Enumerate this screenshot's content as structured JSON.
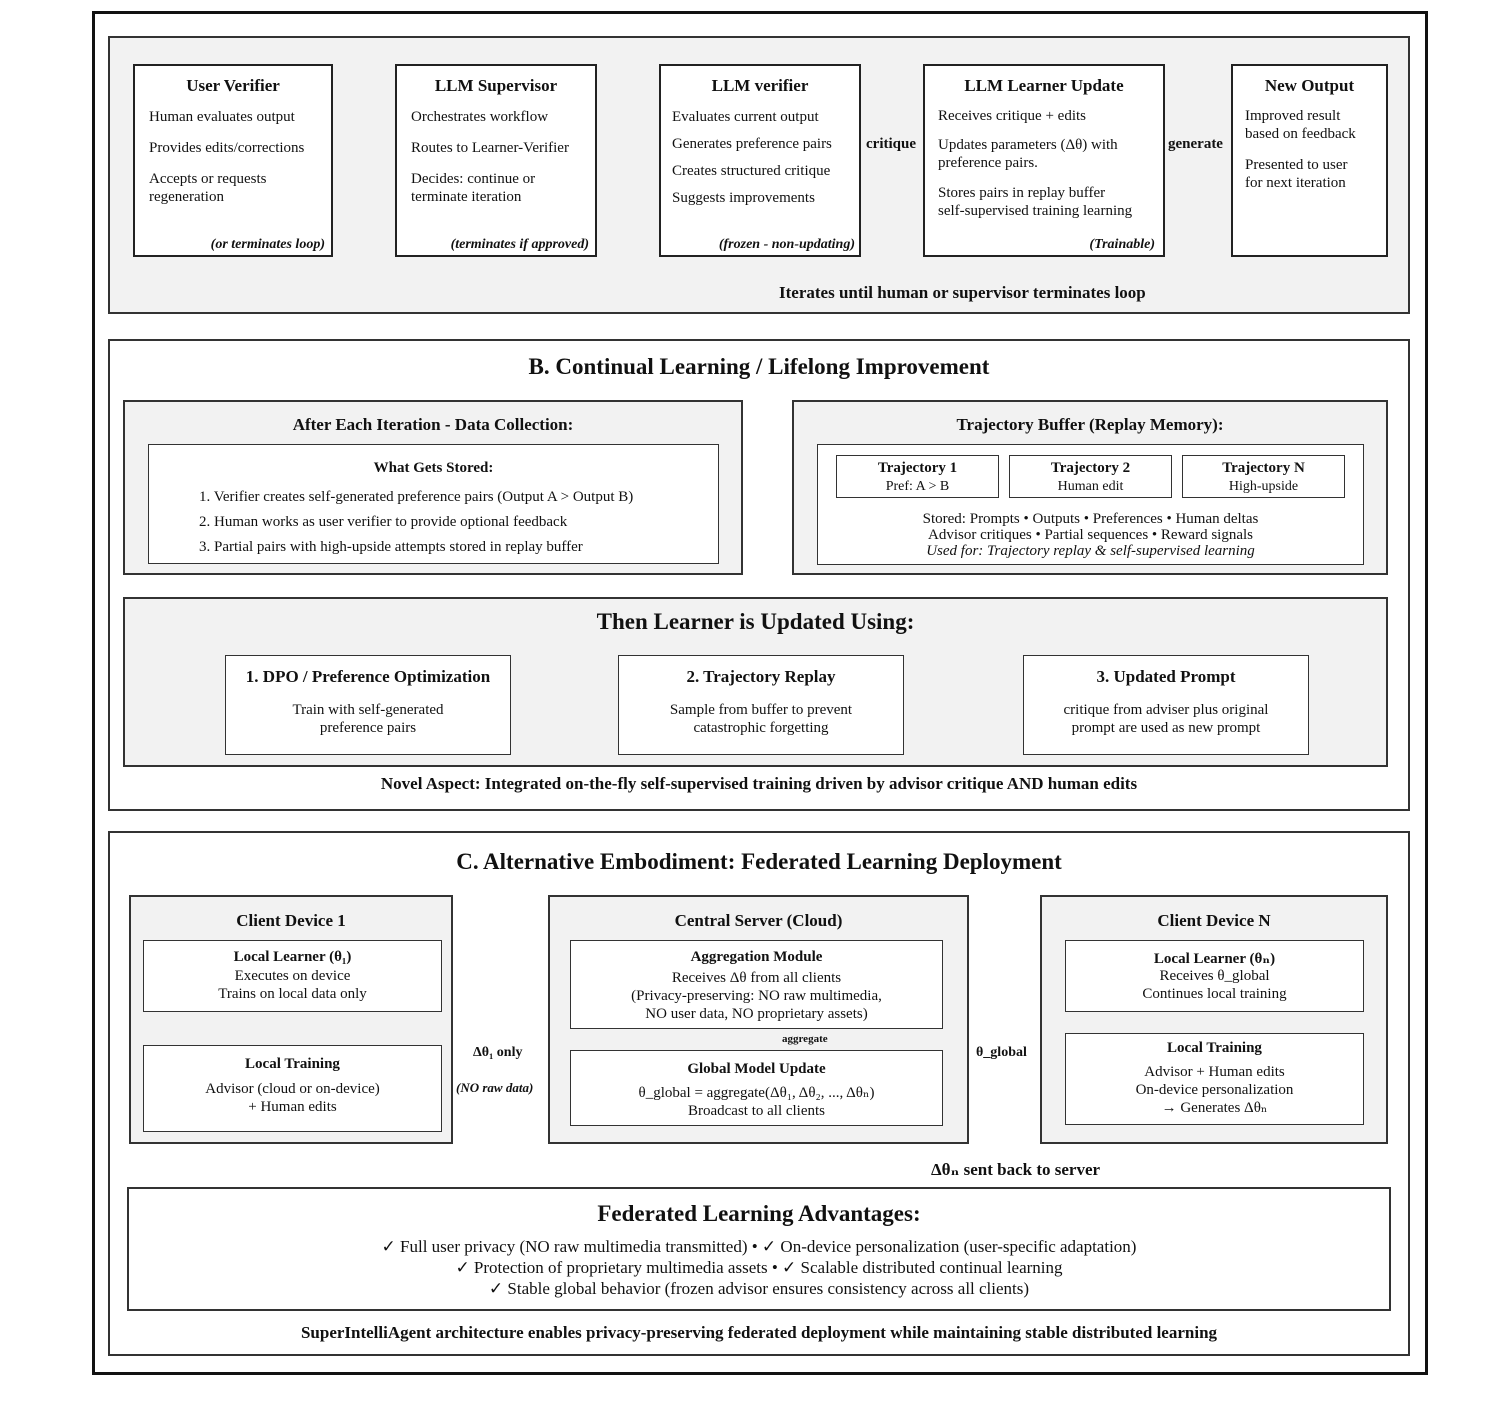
{
  "sectionA": {
    "boxes": [
      {
        "title": "User Verifier",
        "lines": [
          "Human evaluates output",
          "Provides edits/corrections",
          "Accepts or requests\nregeneration"
        ],
        "note": "(or terminates loop)"
      },
      {
        "title": "LLM Supervisor",
        "lines": [
          "Orchestrates workflow",
          "Routes to Learner-Verifier",
          "Decides: continue or\nterminate iteration"
        ],
        "note": "(terminates if approved)"
      },
      {
        "title": "LLM verifier",
        "lines": [
          "Evaluates current output",
          "Generates preference pairs",
          "Creates structured critique",
          "Suggests improvements"
        ],
        "note": "(frozen - non-updating)"
      },
      {
        "title": "LLM Learner Update",
        "lines": [
          "Receives critique + edits",
          "Updates parameters (Δθ) with\npreference pairs.",
          "Stores pairs in replay buffer\nself-supervised training learning"
        ],
        "note": "(Trainable)"
      },
      {
        "title": "New Output",
        "lines": [
          "Improved result\nbased on feedback",
          "Presented to user\nfor next iteration"
        ],
        "note": ""
      }
    ],
    "edge_critique": "critique",
    "edge_generate": "generate",
    "loop_caption": "Iterates until human or supervisor terminates loop"
  },
  "sectionB": {
    "title": "B. Continual Learning / Lifelong Improvement",
    "collection": {
      "title": "After Each Iteration - Data Collection:",
      "stored_title": "What Gets Stored:",
      "items": [
        "1. Verifier creates self-generated preference pairs (Output A > Output B)",
        "2. Human works as user verifier to provide optional feedback",
        "3. Partial pairs with high-upside attempts stored in replay buffer"
      ]
    },
    "buffer": {
      "title": "Trajectory Buffer (Replay Memory):",
      "trajectories": [
        {
          "name": "Trajectory 1",
          "desc": "Pref: A > B"
        },
        {
          "name": "Trajectory 2",
          "desc": "Human edit"
        },
        {
          "name": "Trajectory N",
          "desc": "High-upside"
        }
      ],
      "stored_line1": "Stored: Prompts • Outputs • Preferences • Human deltas",
      "stored_line2": "Advisor critiques • Partial sequences • Reward signals",
      "used_for": "Used for: Trajectory replay & self-supervised learning"
    },
    "updated": {
      "title": "Then Learner is Updated Using:",
      "methods": [
        {
          "title": "1. DPO / Preference Optimization",
          "desc": "Train with self-generated\npreference pairs"
        },
        {
          "title": "2. Trajectory Replay",
          "desc": "Sample from buffer to prevent\ncatastrophic forgetting"
        },
        {
          "title": "3. Updated Prompt",
          "desc": "critique from adviser plus original\nprompt are used as new prompt"
        }
      ]
    },
    "novel": "Novel Aspect: Integrated on-the-fly self-supervised training driven by advisor critique AND human edits"
  },
  "sectionC": {
    "title": "C. Alternative Embodiment: Federated Learning Deployment",
    "client1": {
      "title": "Client Device 1",
      "learner_title": "Local Learner (θ₁)",
      "learner_lines": "Executes on device\nTrains on local data only",
      "training_title": "Local Training",
      "training_lines": "Advisor (cloud or on-device)\n+ Human edits"
    },
    "server": {
      "title": "Central Server (Cloud)",
      "agg_title": "Aggregation Module",
      "agg_lines": "Receives Δθ from all clients\n(Privacy-preserving: NO raw multimedia,\nNO user data, NO proprietary assets)",
      "aggregate_label": "aggregate",
      "global_title": "Global Model Update",
      "global_lines": "θ_global = aggregate(Δθ₁, Δθ₂, ..., Δθₙ)\nBroadcast to all clients"
    },
    "clientN": {
      "title": "Client Device N",
      "learner_title": "Local Learner (θₙ)",
      "learner_lines": "Receives θ_global\nContinues local training",
      "training_title": "Local Training",
      "training_lines": "Advisor + Human edits\nOn-device personalization\n→ Generates Δθₙ"
    },
    "edge_left": "Δθ₁ only",
    "edge_left_sub": "(NO raw data)",
    "edge_right": "θ_global",
    "sent_back": "Δθₙ sent back to server",
    "advantages": {
      "title": "Federated Learning Advantages:",
      "lines": [
        "✓ Full user privacy (NO raw multimedia transmitted) • ✓ On-device personalization (user-specific adaptation)",
        "✓ Protection of proprietary multimedia assets • ✓ Scalable distributed continual learning",
        "✓ Stable global behavior (frozen advisor ensures consistency across all clients)"
      ]
    },
    "footer": "SuperIntelliAgent architecture enables privacy-preserving federated deployment while maintaining stable distributed learning"
  }
}
